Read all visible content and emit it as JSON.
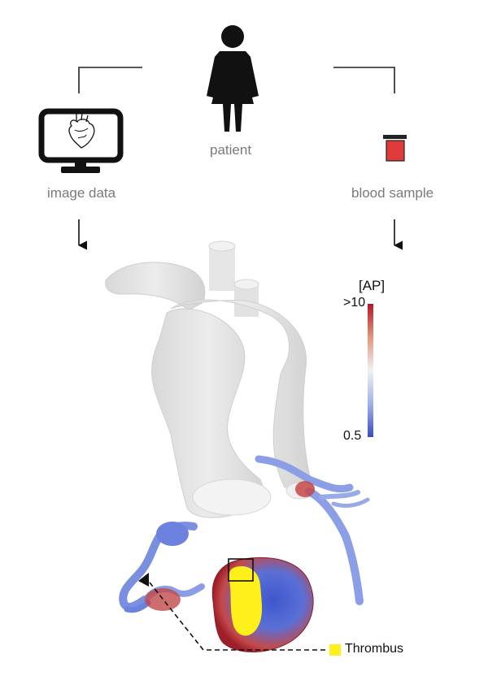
{
  "patient": {
    "label": "patient",
    "icon": "person-icon"
  },
  "image_data": {
    "label": "image data",
    "icon": "monitor-heart-icon"
  },
  "blood_sample": {
    "label": "blood sample",
    "icon": "blood-sample-icon",
    "color": "#e03a3a"
  },
  "colorbar": {
    "title": "[AP]",
    "max_label": ">10",
    "min_label": "0.5",
    "colors": {
      "high": "#b2182b",
      "mid": "#f2f2f2",
      "low": "#3b4cc0"
    }
  },
  "legend": {
    "label": "Thrombus",
    "color": "#ffef1a"
  },
  "model": {
    "vessel_color": "#e3e3e3"
  }
}
